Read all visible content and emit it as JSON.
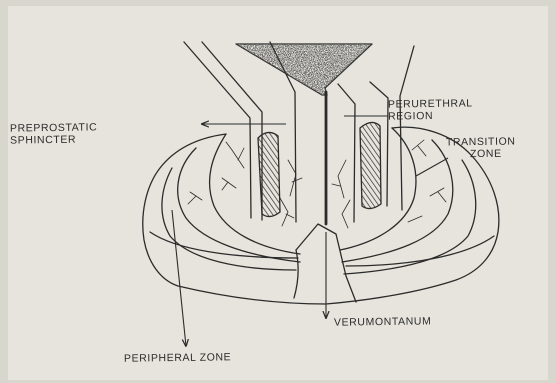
{
  "labels": {
    "preprostatic_line1": "PREPROSTATIC",
    "preprostatic_line2": "SPHINCTER",
    "perurethral_line1": "PERURETHRAL",
    "perurethral_line2": "REGION",
    "transition_line1": "TRANSITION",
    "transition_line2": "ZONE",
    "verumontanum": "VERUMONTANUM",
    "peripheral": "PERIPHERAL ZONE"
  },
  "colors": {
    "paper": "#e6e4dc",
    "ink": "#2b2b2b"
  }
}
